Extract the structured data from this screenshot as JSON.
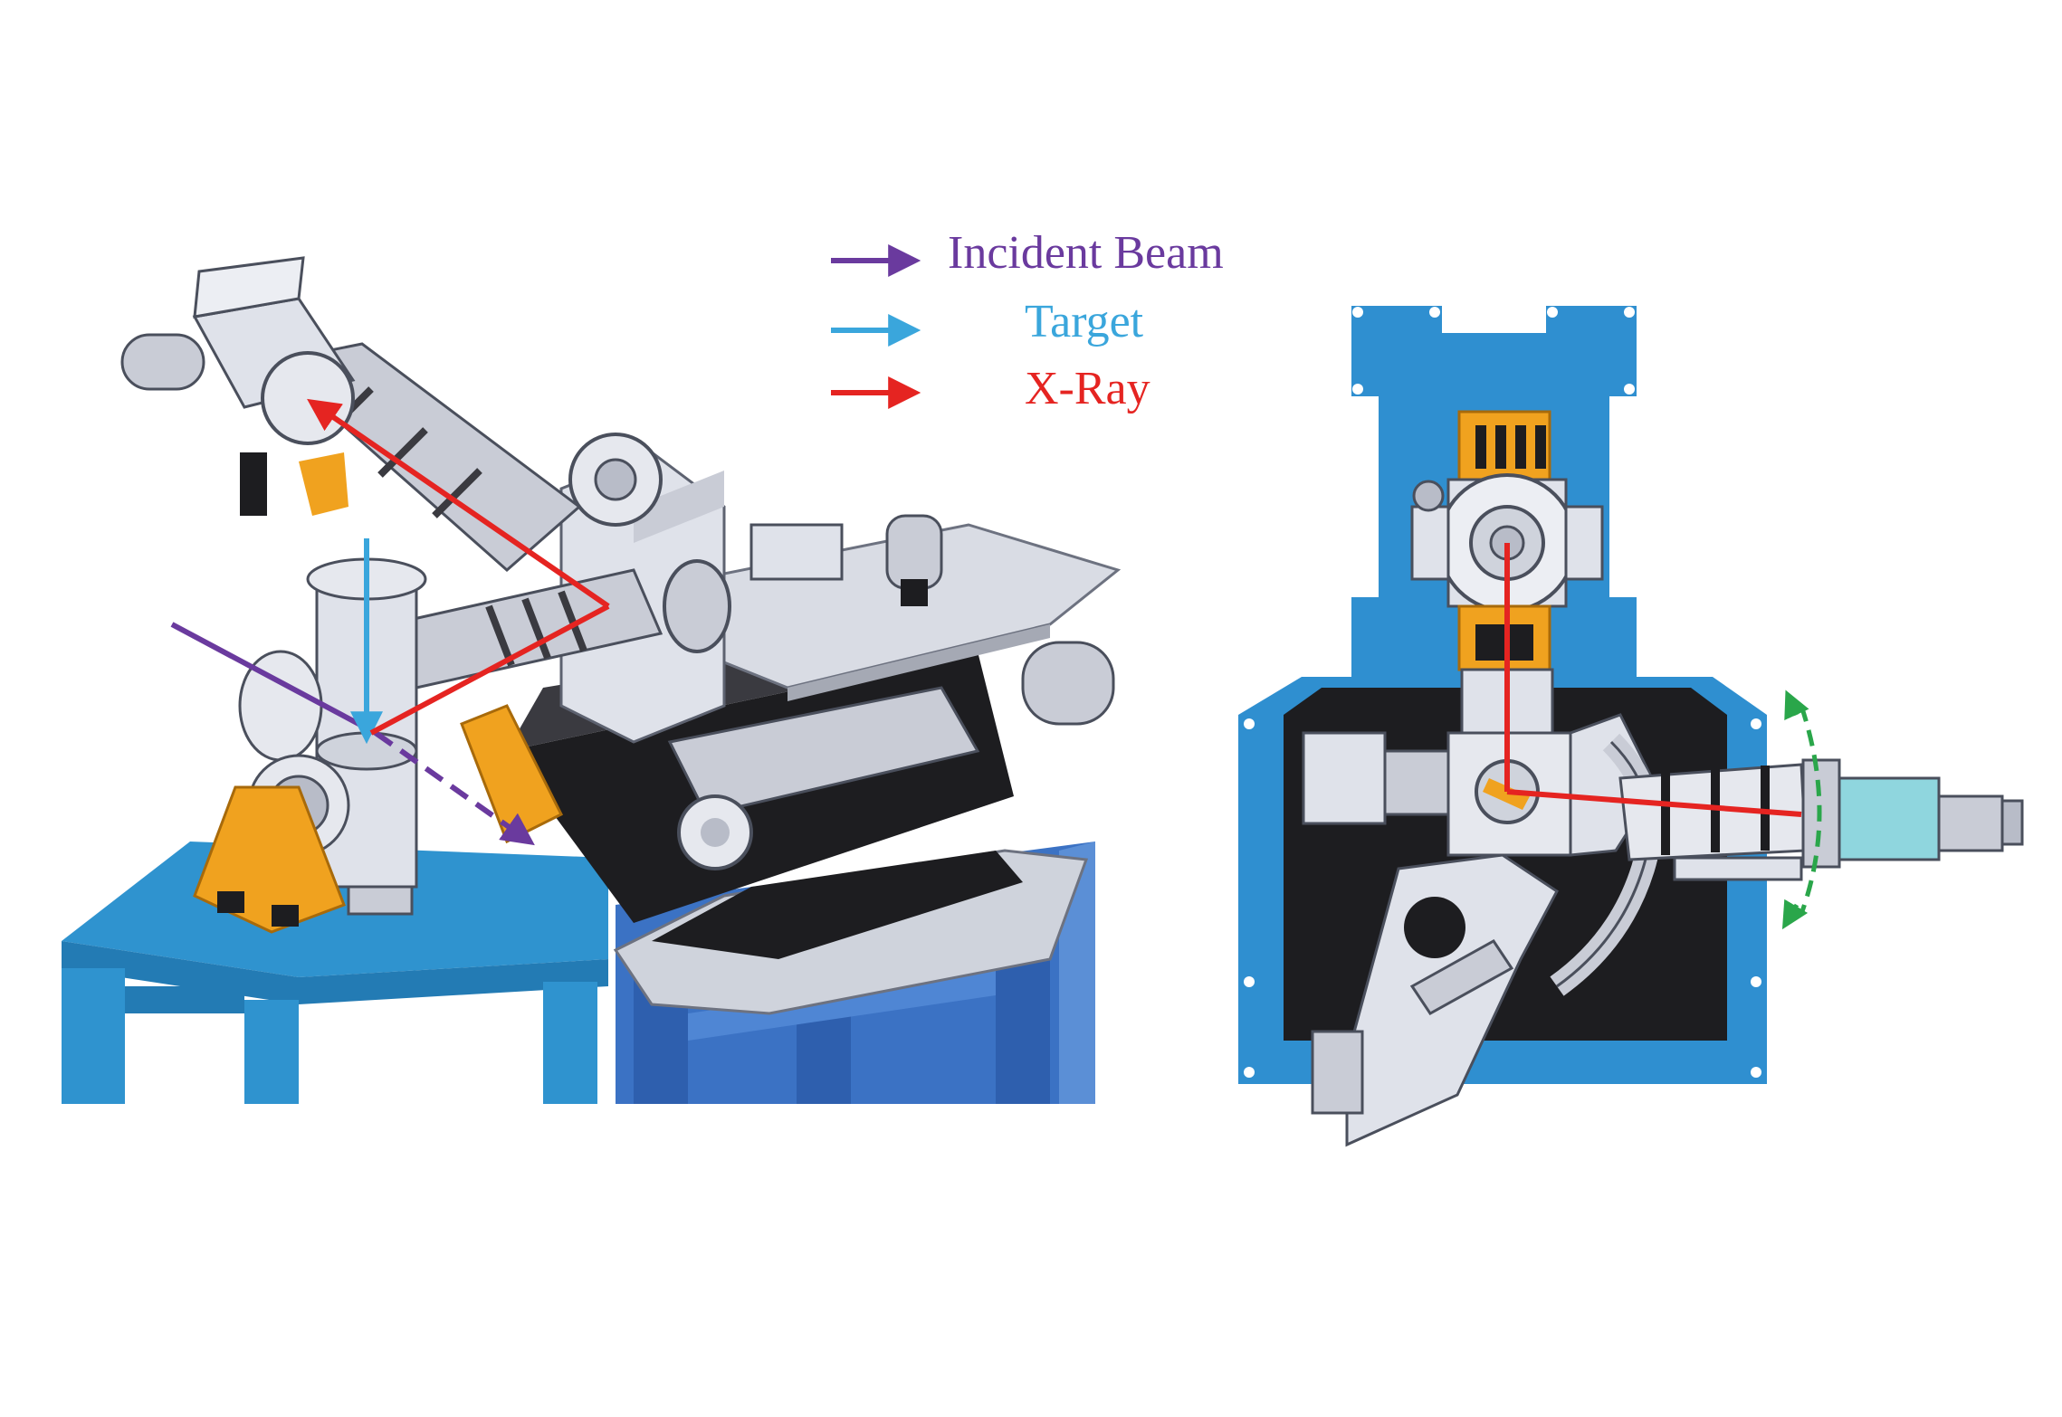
{
  "legend": {
    "items": [
      {
        "label": "Incident Beam",
        "color": "#6a3a9e"
      },
      {
        "label": "Target",
        "color": "#3aa6dc"
      },
      {
        "label": "X-Ray",
        "color": "#e52421"
      }
    ]
  },
  "colors": {
    "frame_blue": "#2f8fd0",
    "table_top": "#2f93cf",
    "stand_blue": "#3b72c4",
    "orange_mount": "#f0a21f",
    "steel_light": "#dfe2ea",
    "steel_mid": "#b8bcc8",
    "dark_plate": "#1d1d20",
    "detector_cyan": "#8fd6de",
    "rotation_arrow": "#2aa64a"
  }
}
